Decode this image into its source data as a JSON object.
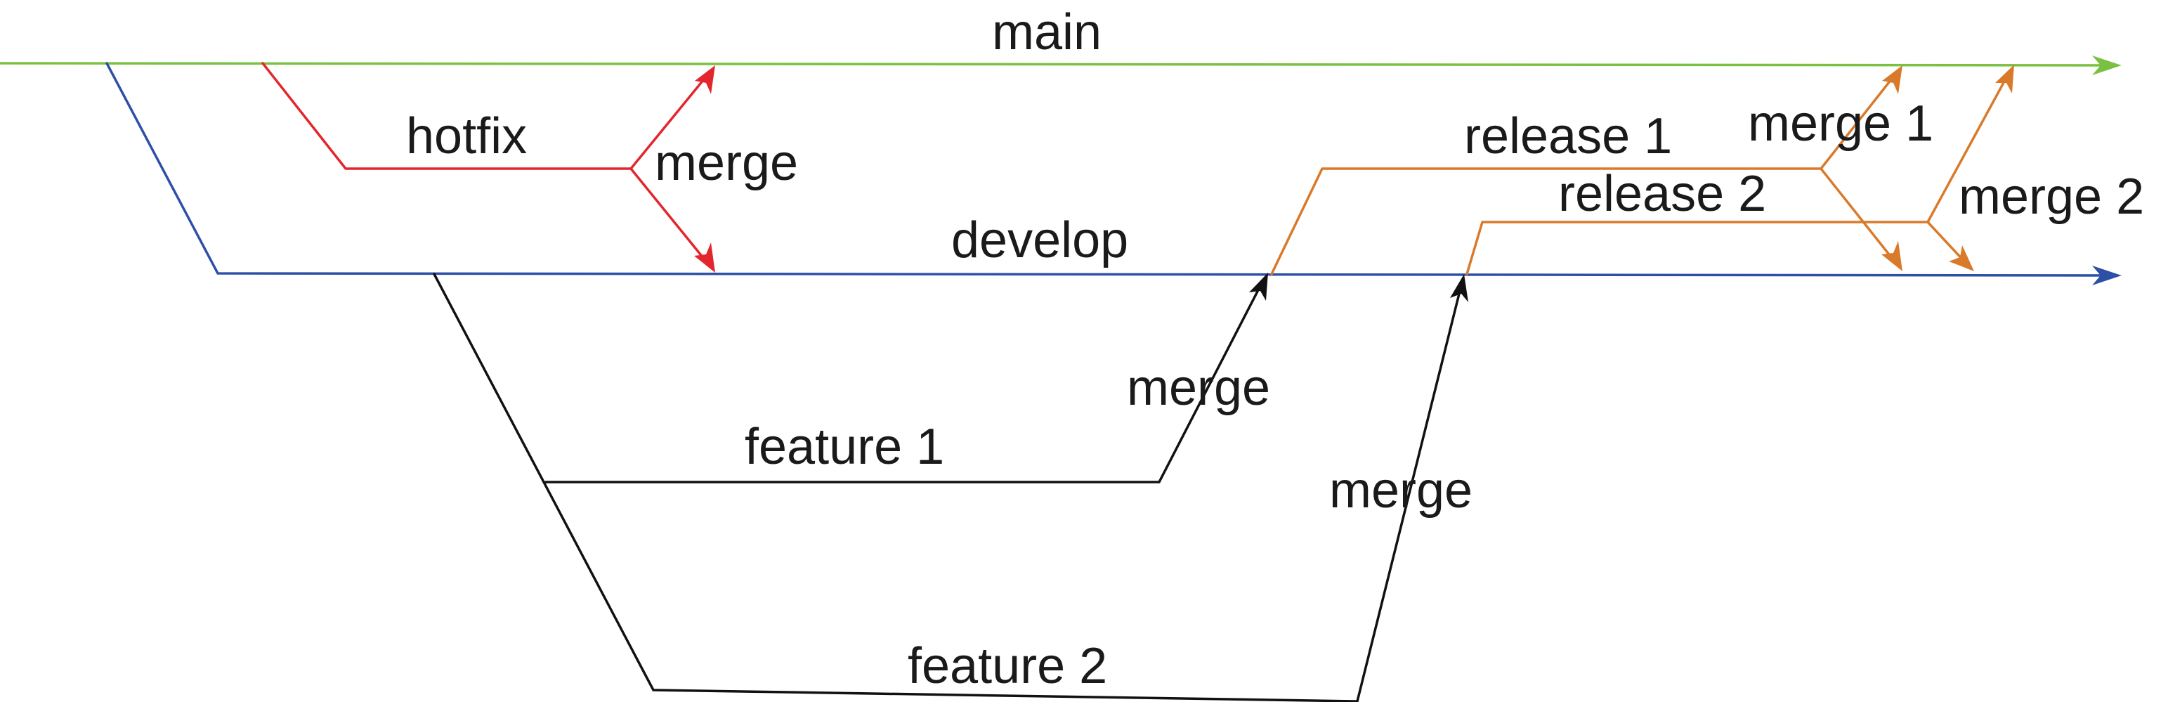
{
  "colors": {
    "main": "#7ac142",
    "develop": "#2e4fa8",
    "hotfix": "#e3262d",
    "feature": "#111111",
    "release": "#d97a2b"
  },
  "labels": {
    "main": "main",
    "develop": "develop",
    "hotfix": "hotfix",
    "hotfix_merge": "merge",
    "feature1": "feature 1",
    "feature1_merge": "merge",
    "feature2": "feature 2",
    "feature2_merge": "merge",
    "release1": "release 1",
    "release1_merge": "merge 1",
    "release2": "release 2",
    "release2_merge": "merge 2"
  }
}
